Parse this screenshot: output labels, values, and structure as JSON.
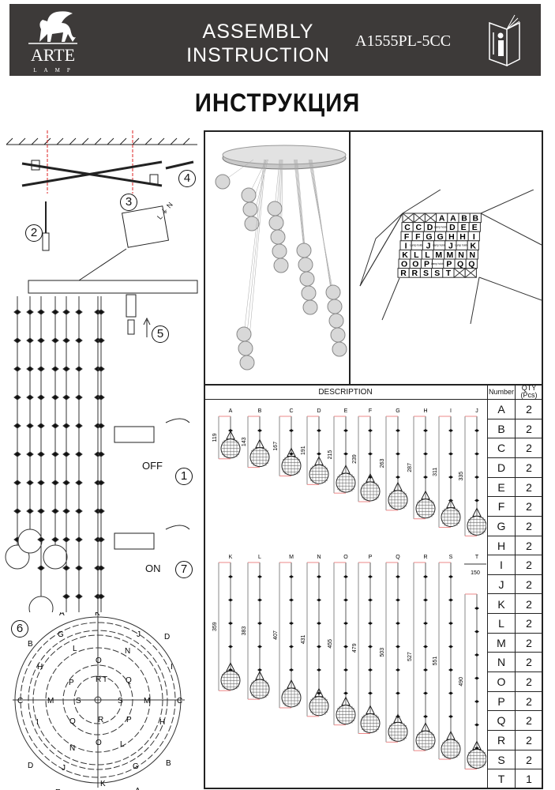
{
  "header": {
    "brand": "ARTE",
    "brand_sub": "LAMP",
    "title": "ASSEMBLY INSTRUCTION",
    "title_line1": "ASSEMBLY",
    "title_line2": "INSTRUCTION",
    "model": "A1555PL-5CC"
  },
  "heading": "ИНСТРУКЦИЯ",
  "steps": {
    "s1": "1",
    "s2": "2",
    "s3": "3",
    "s4": "4",
    "s5": "5",
    "s6": "6",
    "s7": "7",
    "off": "OFF",
    "on": "ON",
    "wire_labels": "L ⏚ N"
  },
  "table": {
    "description": "DESCRIPTION",
    "number": "Number",
    "qty": "QTY\n(Pcs)",
    "qty_line1": "QTY",
    "qty_line2": "(Pcs)",
    "items": [
      {
        "id": "A",
        "length": 119,
        "qty": 2
      },
      {
        "id": "B",
        "length": 143,
        "qty": 2
      },
      {
        "id": "C",
        "length": 167,
        "qty": 2
      },
      {
        "id": "D",
        "length": 191,
        "qty": 2
      },
      {
        "id": "E",
        "length": 215,
        "qty": 2
      },
      {
        "id": "F",
        "length": 239,
        "qty": 2
      },
      {
        "id": "G",
        "length": 263,
        "qty": 2
      },
      {
        "id": "H",
        "length": 287,
        "qty": 2
      },
      {
        "id": "I",
        "length": 311,
        "qty": 2
      },
      {
        "id": "J",
        "length": 335,
        "qty": 2
      },
      {
        "id": "K",
        "length": 359,
        "qty": 2
      },
      {
        "id": "L",
        "length": 383,
        "qty": 2
      },
      {
        "id": "M",
        "length": 407,
        "qty": 2
      },
      {
        "id": "N",
        "length": 431,
        "qty": 2
      },
      {
        "id": "O",
        "length": 455,
        "qty": 2
      },
      {
        "id": "P",
        "length": 479,
        "qty": 2
      },
      {
        "id": "Q",
        "length": 503,
        "qty": 2
      },
      {
        "id": "R",
        "length": 527,
        "qty": 2
      },
      {
        "id": "S",
        "length": 551,
        "qty": 2
      },
      {
        "id": "T",
        "length": 490,
        "qty": 1,
        "bar_width": 150
      }
    ]
  },
  "box_grid": [
    [
      "x",
      "x",
      "x",
      "A",
      "A",
      "B",
      "B"
    ],
    [
      "C",
      "C",
      "D",
      "Lamp holder",
      "D",
      "E",
      "E"
    ],
    [
      "F",
      "F",
      "G",
      "G",
      "H",
      "H",
      "I"
    ],
    [
      "I",
      "Lamp holder",
      "J",
      "Lamp holder",
      "J",
      "Lamp holder",
      "K"
    ],
    [
      "K",
      "L",
      "L",
      "M",
      "M",
      "N",
      "N"
    ],
    [
      "O",
      "O",
      "P",
      "Lamp holder",
      "P",
      "Q",
      "Q"
    ],
    [
      "R",
      "R",
      "S",
      "S",
      "T",
      "x",
      "x"
    ]
  ],
  "circle_labels": [
    "F",
    "K",
    "A",
    "E",
    "G",
    "J",
    "B",
    "D",
    "L",
    "N",
    "O",
    "H",
    "I",
    "R",
    "T",
    "P",
    "Q",
    "C",
    "M",
    "S",
    "S",
    "M",
    "C",
    "Q",
    "R",
    "P",
    "I",
    "H",
    "O",
    "N",
    "L",
    "D",
    "B",
    "J",
    "G",
    "K",
    "E",
    "A",
    "F"
  ]
}
